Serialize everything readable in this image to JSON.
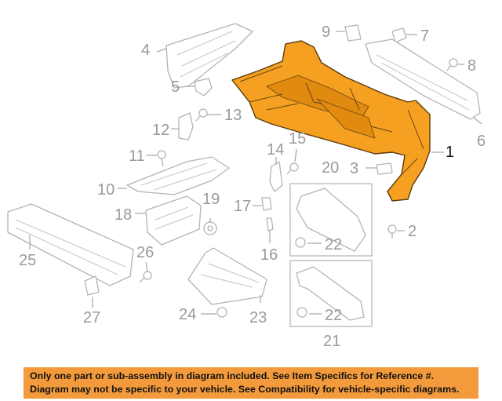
{
  "diagram": {
    "main_part_color": "#f5a020",
    "callouts": {
      "c1": "1",
      "c2": "2",
      "c3": "3",
      "c4": "4",
      "c5": "5",
      "c6": "6",
      "c7": "7",
      "c8": "8",
      "c9": "9",
      "c10": "10",
      "c11": "11",
      "c12": "12",
      "c13": "13",
      "c14": "14",
      "c15": "15",
      "c16": "16",
      "c17": "17",
      "c18": "18",
      "c19": "19",
      "c20": "20",
      "c21": "21",
      "c22a": "22",
      "c22b": "22",
      "c23": "23",
      "c24": "24",
      "c25": "25",
      "c26": "26",
      "c27": "27"
    }
  },
  "disclaimer": {
    "background_color": "#f39a3c",
    "line1": "Only one part or sub-assembly in diagram included. See Item Specifics for Reference #.",
    "line2": "Diagram may not be specific to your vehicle. See Compatibility for vehicle-specific diagrams."
  }
}
